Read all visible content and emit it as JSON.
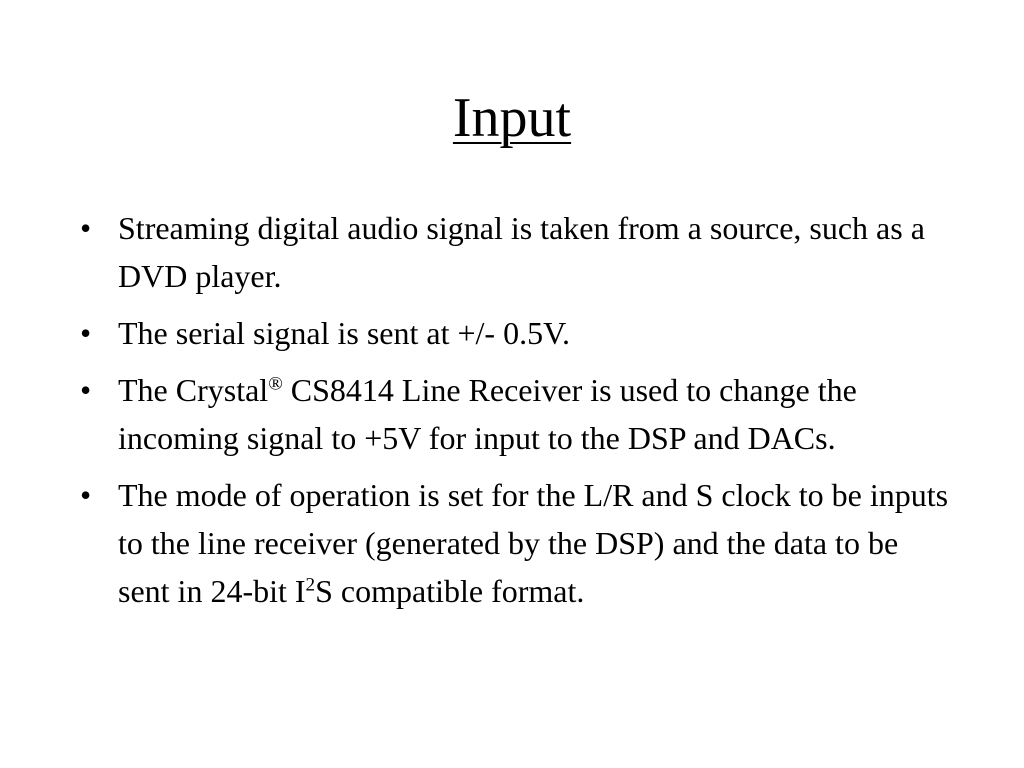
{
  "slide": {
    "title": "Input",
    "bullet_symbol": "•",
    "bullets": [
      {
        "text": "Streaming digital audio signal is taken from a source, such as a DVD player."
      },
      {
        "text": "The serial signal is sent at +/- 0.5V."
      },
      {
        "text_before": "The Crystal",
        "sup": "®",
        "text_after": " CS8414 Line Receiver is used to change the incoming signal to +5V for input to the DSP and DACs."
      },
      {
        "text_before": "The mode of operation is set for the L/R and S clock to be inputs to the line receiver (generated by the DSP) and the data to be sent in 24-bit I",
        "sup": "2",
        "text_after": "S compatible format."
      }
    ]
  }
}
